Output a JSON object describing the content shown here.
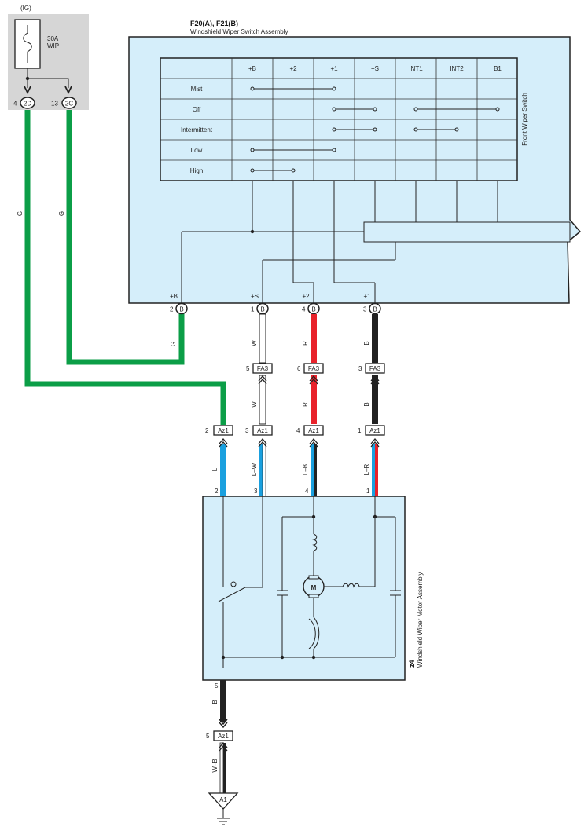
{
  "ig": {
    "label": "(IG)",
    "fuse_rating": "30A",
    "fuse_name": "WIP",
    "pin_2d_num": "4",
    "pin_2d": "2D",
    "pin_2c_num": "13",
    "pin_2c": "2C"
  },
  "switch_assembly": {
    "ref": "F20(A), F21(B)",
    "name": "Windshield Wiper Switch Assembly",
    "sub_name": "Front Wiper Switch",
    "table": {
      "columns": [
        "+B",
        "+2",
        "+1",
        "+S",
        "INT1",
        "INT2",
        "B1"
      ],
      "rows": [
        "Mist",
        "Off",
        "Intermittent",
        "Low",
        "High"
      ]
    },
    "terminals": [
      {
        "label": "+B",
        "num": "2",
        "conn": "B"
      },
      {
        "label": "+S",
        "num": "1",
        "conn": "B"
      },
      {
        "label": "+2",
        "num": "4",
        "conn": "B"
      },
      {
        "label": "+1",
        "num": "3",
        "conn": "B"
      }
    ]
  },
  "wires": {
    "g_left": "G",
    "g_right": "G",
    "g_lower": "G",
    "w_upper": "W",
    "r_upper": "R",
    "b_upper": "B",
    "w_mid": "W",
    "r_mid": "R",
    "b_mid": "B",
    "l": "L",
    "lw": "L–W",
    "lb": "L–B",
    "lr": "L–R",
    "b_low": "B",
    "wb": "W–B"
  },
  "fa3": [
    {
      "num": "5",
      "name": "FA3"
    },
    {
      "num": "6",
      "name": "FA3"
    },
    {
      "num": "3",
      "name": "FA3"
    }
  ],
  "az1_top": [
    {
      "num": "2",
      "name": "Az1"
    },
    {
      "num": "3",
      "name": "Az1"
    },
    {
      "num": "4",
      "name": "Az1"
    },
    {
      "num": "1",
      "name": "Az1"
    }
  ],
  "motor": {
    "ref": "z4",
    "name": "Windshield Wiper Motor Assembly",
    "pins": [
      "2",
      "3",
      "4",
      "1"
    ],
    "pin_bottom": "5",
    "motor_symbol": "M"
  },
  "az1_bottom": {
    "num": "5",
    "name": "Az1"
  },
  "ground": {
    "name": "A1"
  },
  "colors": {
    "green": "#0b9e47",
    "blue": "#1aa0df",
    "red": "#e8222a",
    "black": "#222222",
    "panel": "#d5eefa",
    "ig_box": "#d6d6d6"
  }
}
